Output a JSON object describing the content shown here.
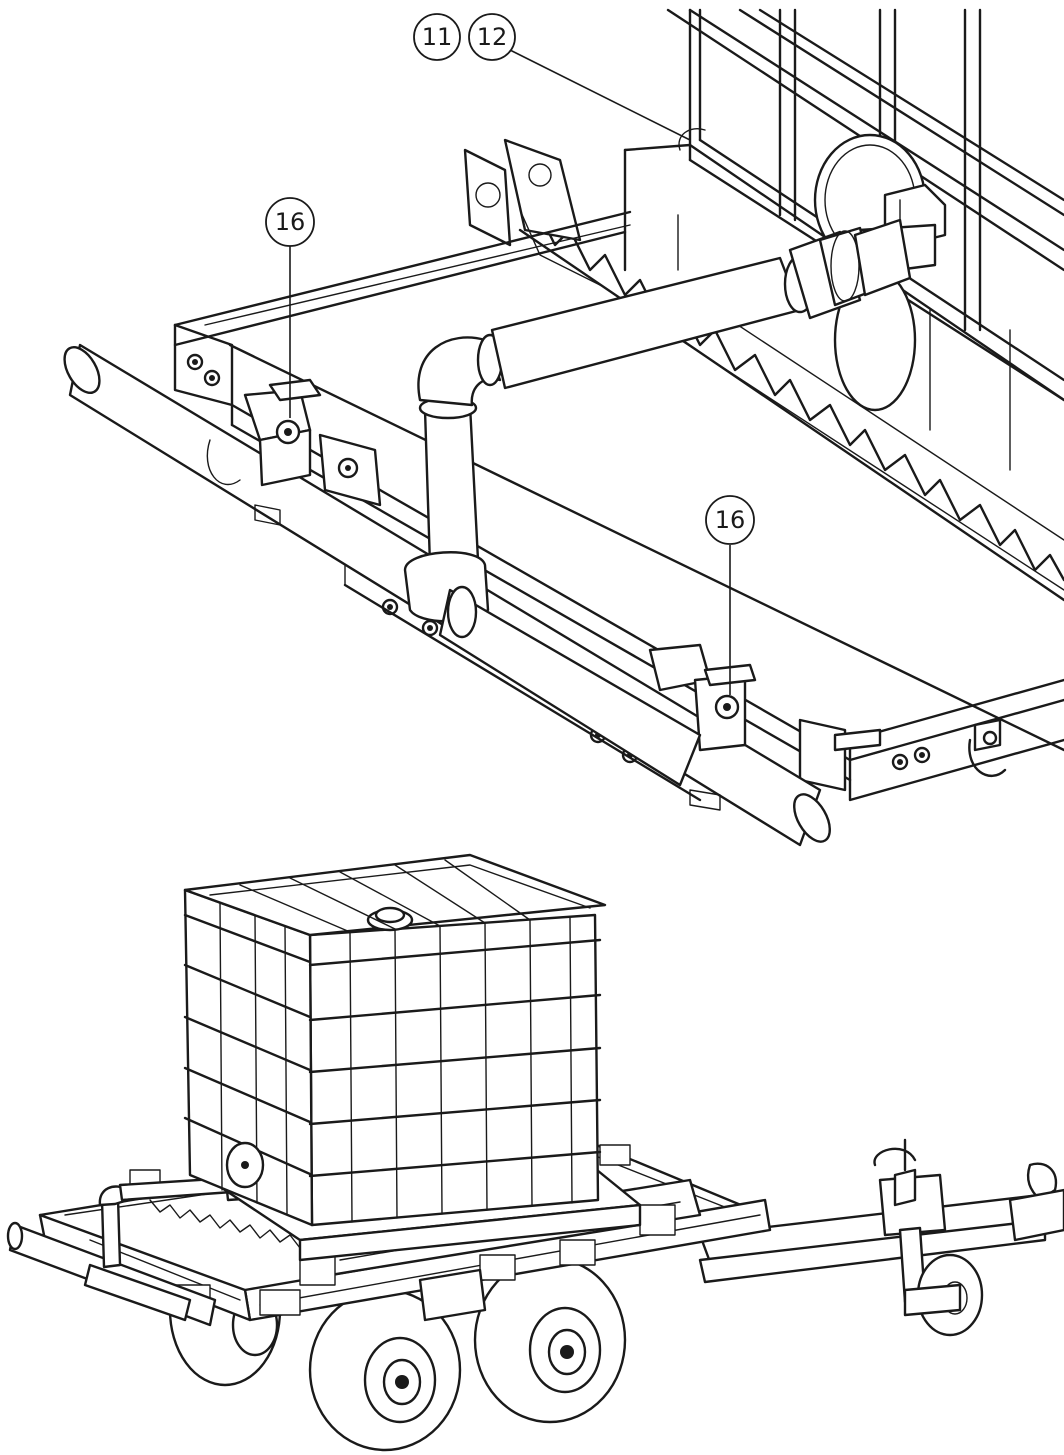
{
  "callouts": [
    {
      "id": "c11",
      "label": "11"
    },
    {
      "id": "c12",
      "label": "12"
    },
    {
      "id": "c16a",
      "label": "16"
    },
    {
      "id": "c16b",
      "label": "16"
    }
  ],
  "colors": {
    "line": "#1a1a1a",
    "background": "#ffffff"
  }
}
